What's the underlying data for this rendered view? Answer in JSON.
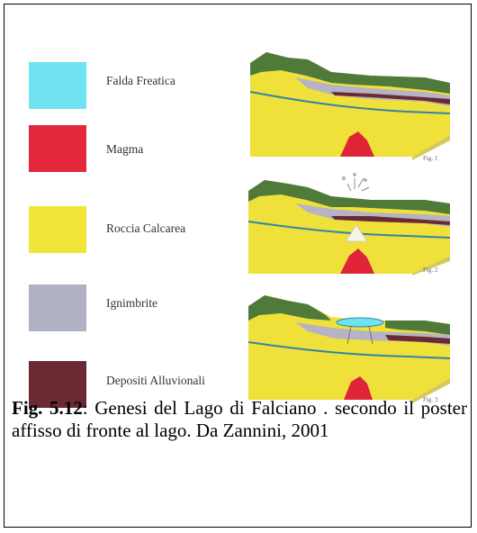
{
  "legend": {
    "items": [
      {
        "label": "Falda Freatica",
        "color": "#6fe3ef"
      },
      {
        "label": "Magma",
        "color": "#e4283b"
      },
      {
        "label": "Roccia Calcarea",
        "color": "#f2e53a"
      },
      {
        "label": "Ignimbrite",
        "color": "#b1b1c6"
      },
      {
        "label": "Depositi Alluvionali",
        "color": "#6b2a33"
      }
    ]
  },
  "figures": [
    {
      "tag": "Fig. 1",
      "stage": "magma intrusion"
    },
    {
      "tag": "Fig. 2",
      "stage": "explosion crater"
    },
    {
      "tag": "Fig. 3",
      "stage": "lake formation"
    }
  ],
  "caption": {
    "label": "Fig. 5.12",
    "text": ": Genesi del Lago di Falciano . secondo il poster affisso di fronte al lago. Da Zannini, 2001"
  }
}
